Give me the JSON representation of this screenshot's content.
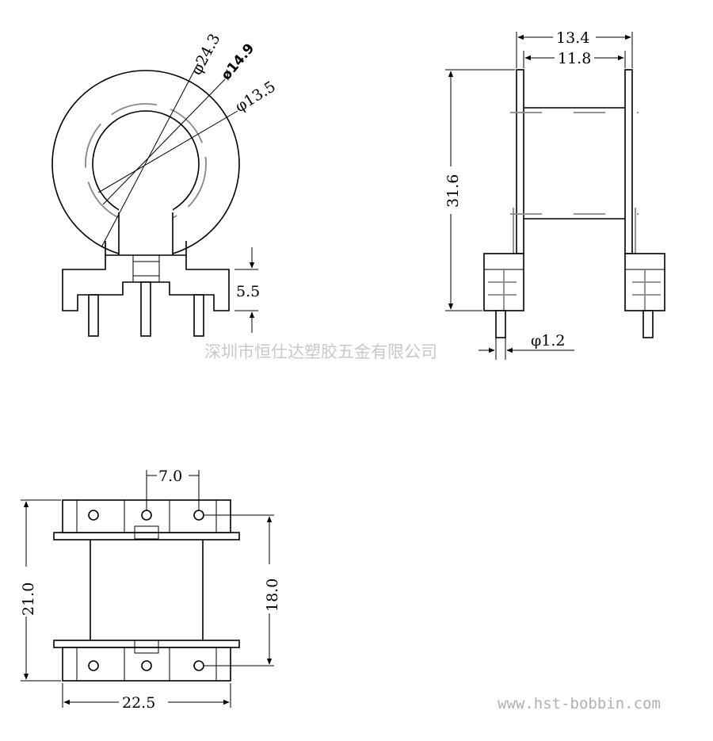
{
  "dimensions": {
    "front_outer_diameter": "φ24.3",
    "front_mid_diameter": "ø14.9",
    "front_inner_diameter": "φ13.5",
    "front_flange_height": "5.5",
    "side_total_width": "13.4",
    "side_inner_width": "11.8",
    "side_height": "31.6",
    "pin_diameter": "φ1.2",
    "bottom_pin_pitch": "7.0",
    "bottom_total_depth": "21.0",
    "bottom_pin_span": "18.0",
    "bottom_total_width": "22.5"
  },
  "watermark": {
    "company": "深圳市恒仕达塑胶五金有限公司",
    "website": "www.hst-bobbin.com"
  }
}
